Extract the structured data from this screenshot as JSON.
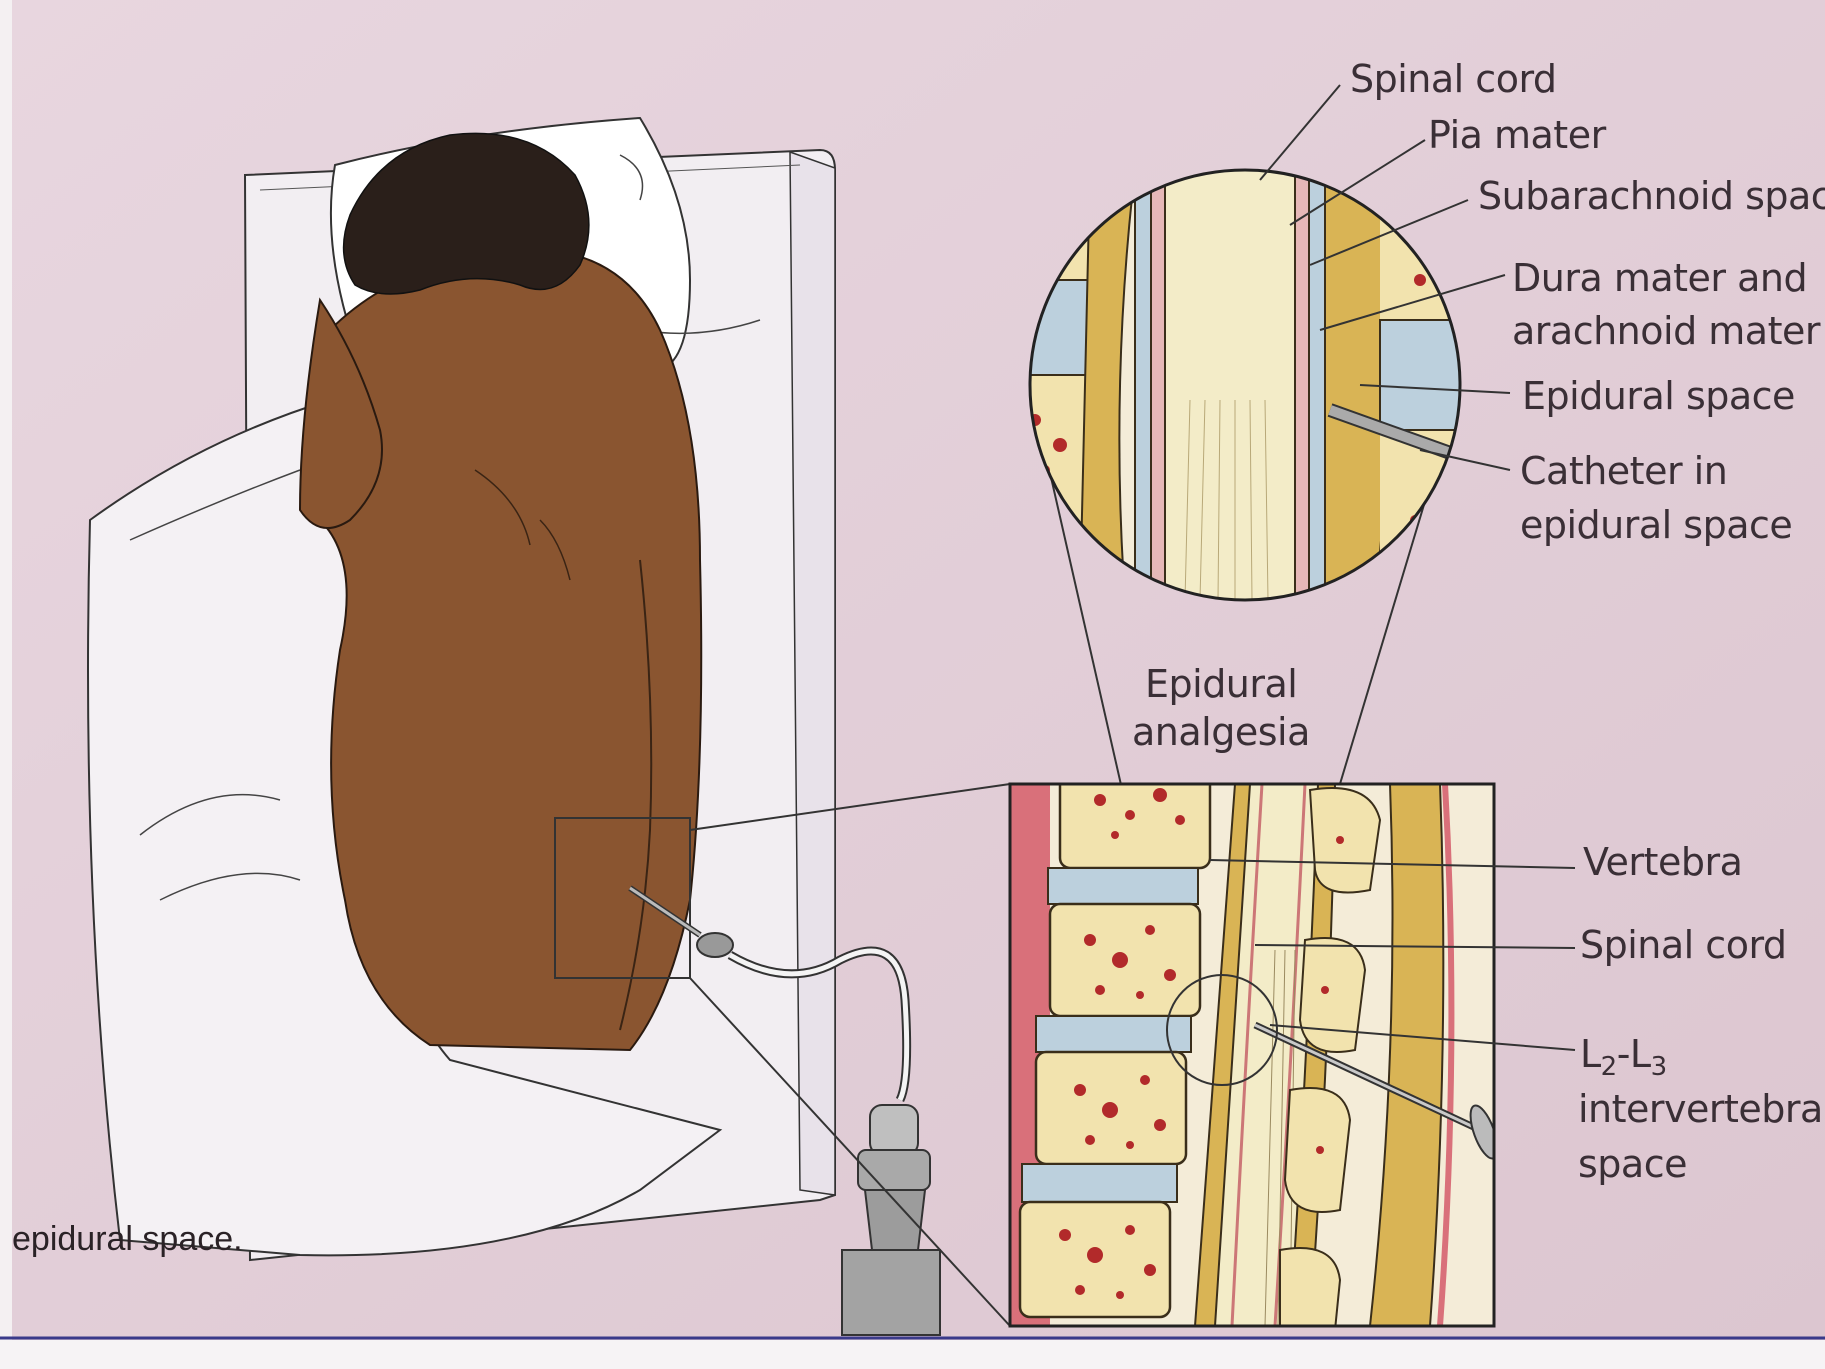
{
  "zoom_title_line1": "Epidural",
  "zoom_title_line2": "analgesia",
  "top_labels": {
    "spinal_cord": "Spinal cord",
    "pia_mater": "Pia mater",
    "subarachnoid_space": "Subarachnoid space",
    "dura_line1": "Dura mater and",
    "dura_line2": "arachnoid mater",
    "epidural_space": "Epidural space",
    "catheter_line1": "Catheter in",
    "catheter_line2": "epidural space"
  },
  "bottom_labels": {
    "vertebra": "Vertebra",
    "spinal_cord": "Spinal cord",
    "level_L": "L",
    "level_sub_2": "2",
    "level_dash": "-L",
    "level_sub_3": "3",
    "intervertebral": "intervertebral",
    "space": "space"
  },
  "caption": "epidural space.",
  "colors": {
    "page": "#e6d3dc",
    "skin": "#8a5530",
    "hair": "#2a1f1a",
    "bone": "#f2e3ae",
    "fat": "#d9b455",
    "disc": "#bcd0dd",
    "marrow": "#b22a2a",
    "cord": "#f3ecc8",
    "pia": "#e6b8b8",
    "bottom_rule": "#3a3a8a"
  }
}
